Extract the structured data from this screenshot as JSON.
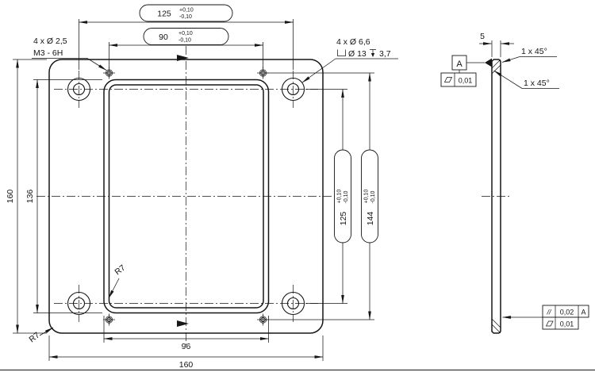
{
  "front_view": {
    "dim_top_holes": {
      "value": "125",
      "tol_plus": "+0,10",
      "tol_minus": "-0,10"
    },
    "dim_top_threads": {
      "value": "90",
      "tol_plus": "+0,10",
      "tol_minus": "-0,10"
    },
    "dim_left_outer": "160",
    "dim_left_pocket": "136",
    "dim_right_holes": {
      "value": "125",
      "tol_plus": "+0,10",
      "tol_minus": "-0,10"
    },
    "dim_right_threads": {
      "value": "144",
      "tol_plus": "+0,10",
      "tol_minus": "-0,10"
    },
    "dim_bottom_pocket": "96",
    "dim_bottom_outer": "160",
    "callout_threads": {
      "line1": "4 x Ø 2,5",
      "line2": "M3 - 6H"
    },
    "callout_cbore": {
      "line1": "4 x Ø 6,6",
      "diameter": "Ø 13",
      "depth": "3,7"
    },
    "radius_pocket": "R7",
    "radius_outer": "R7"
  },
  "side_view": {
    "dim_thickness": "5",
    "chamfer_front": "1 x 45°",
    "chamfer_back": "1 x 45°",
    "datum_label": "A",
    "flatness_callout": {
      "value": "0,01"
    },
    "parallelism_row": {
      "symbol": "//",
      "value": "0,02",
      "datum": "A"
    },
    "flatness_row": {
      "value": "0,01"
    }
  }
}
